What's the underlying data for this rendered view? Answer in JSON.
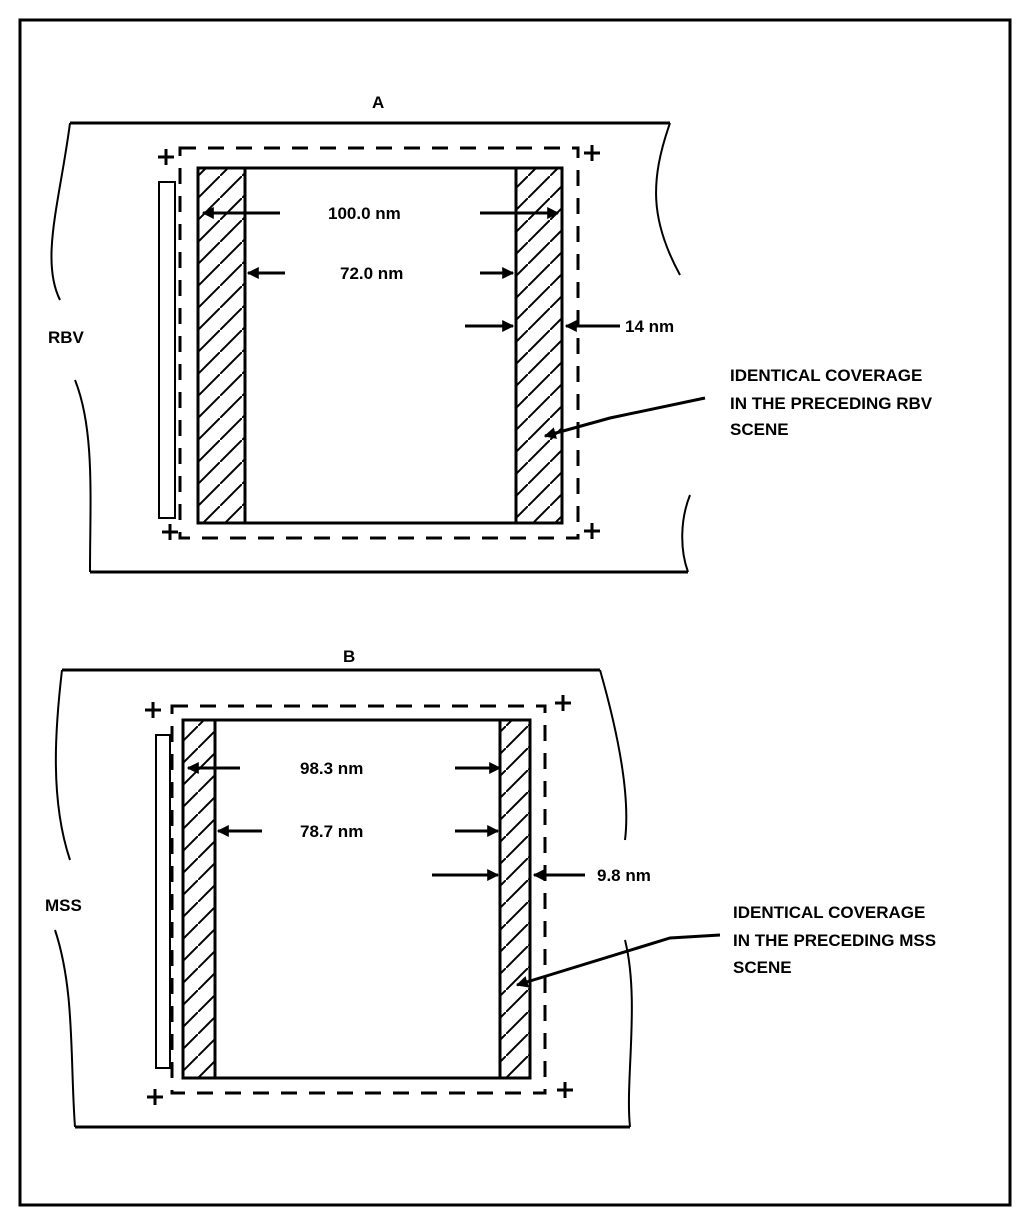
{
  "panels": {
    "a": {
      "title": "A",
      "sensor": "RBV",
      "outer_width": "100.0 nm",
      "inner_width": "72.0 nm",
      "overlap_width": "14 nm",
      "note": [
        "IDENTICAL COVERAGE",
        "IN THE PRECEDING RBV",
        "SCENE"
      ]
    },
    "b": {
      "title": "B",
      "sensor": "MSS",
      "outer_width": "98.3 nm",
      "inner_width": "78.7 nm",
      "overlap_width": "9.8 nm",
      "note": [
        "IDENTICAL COVERAGE",
        "IN THE PRECEDING MSS",
        "SCENE"
      ]
    }
  }
}
